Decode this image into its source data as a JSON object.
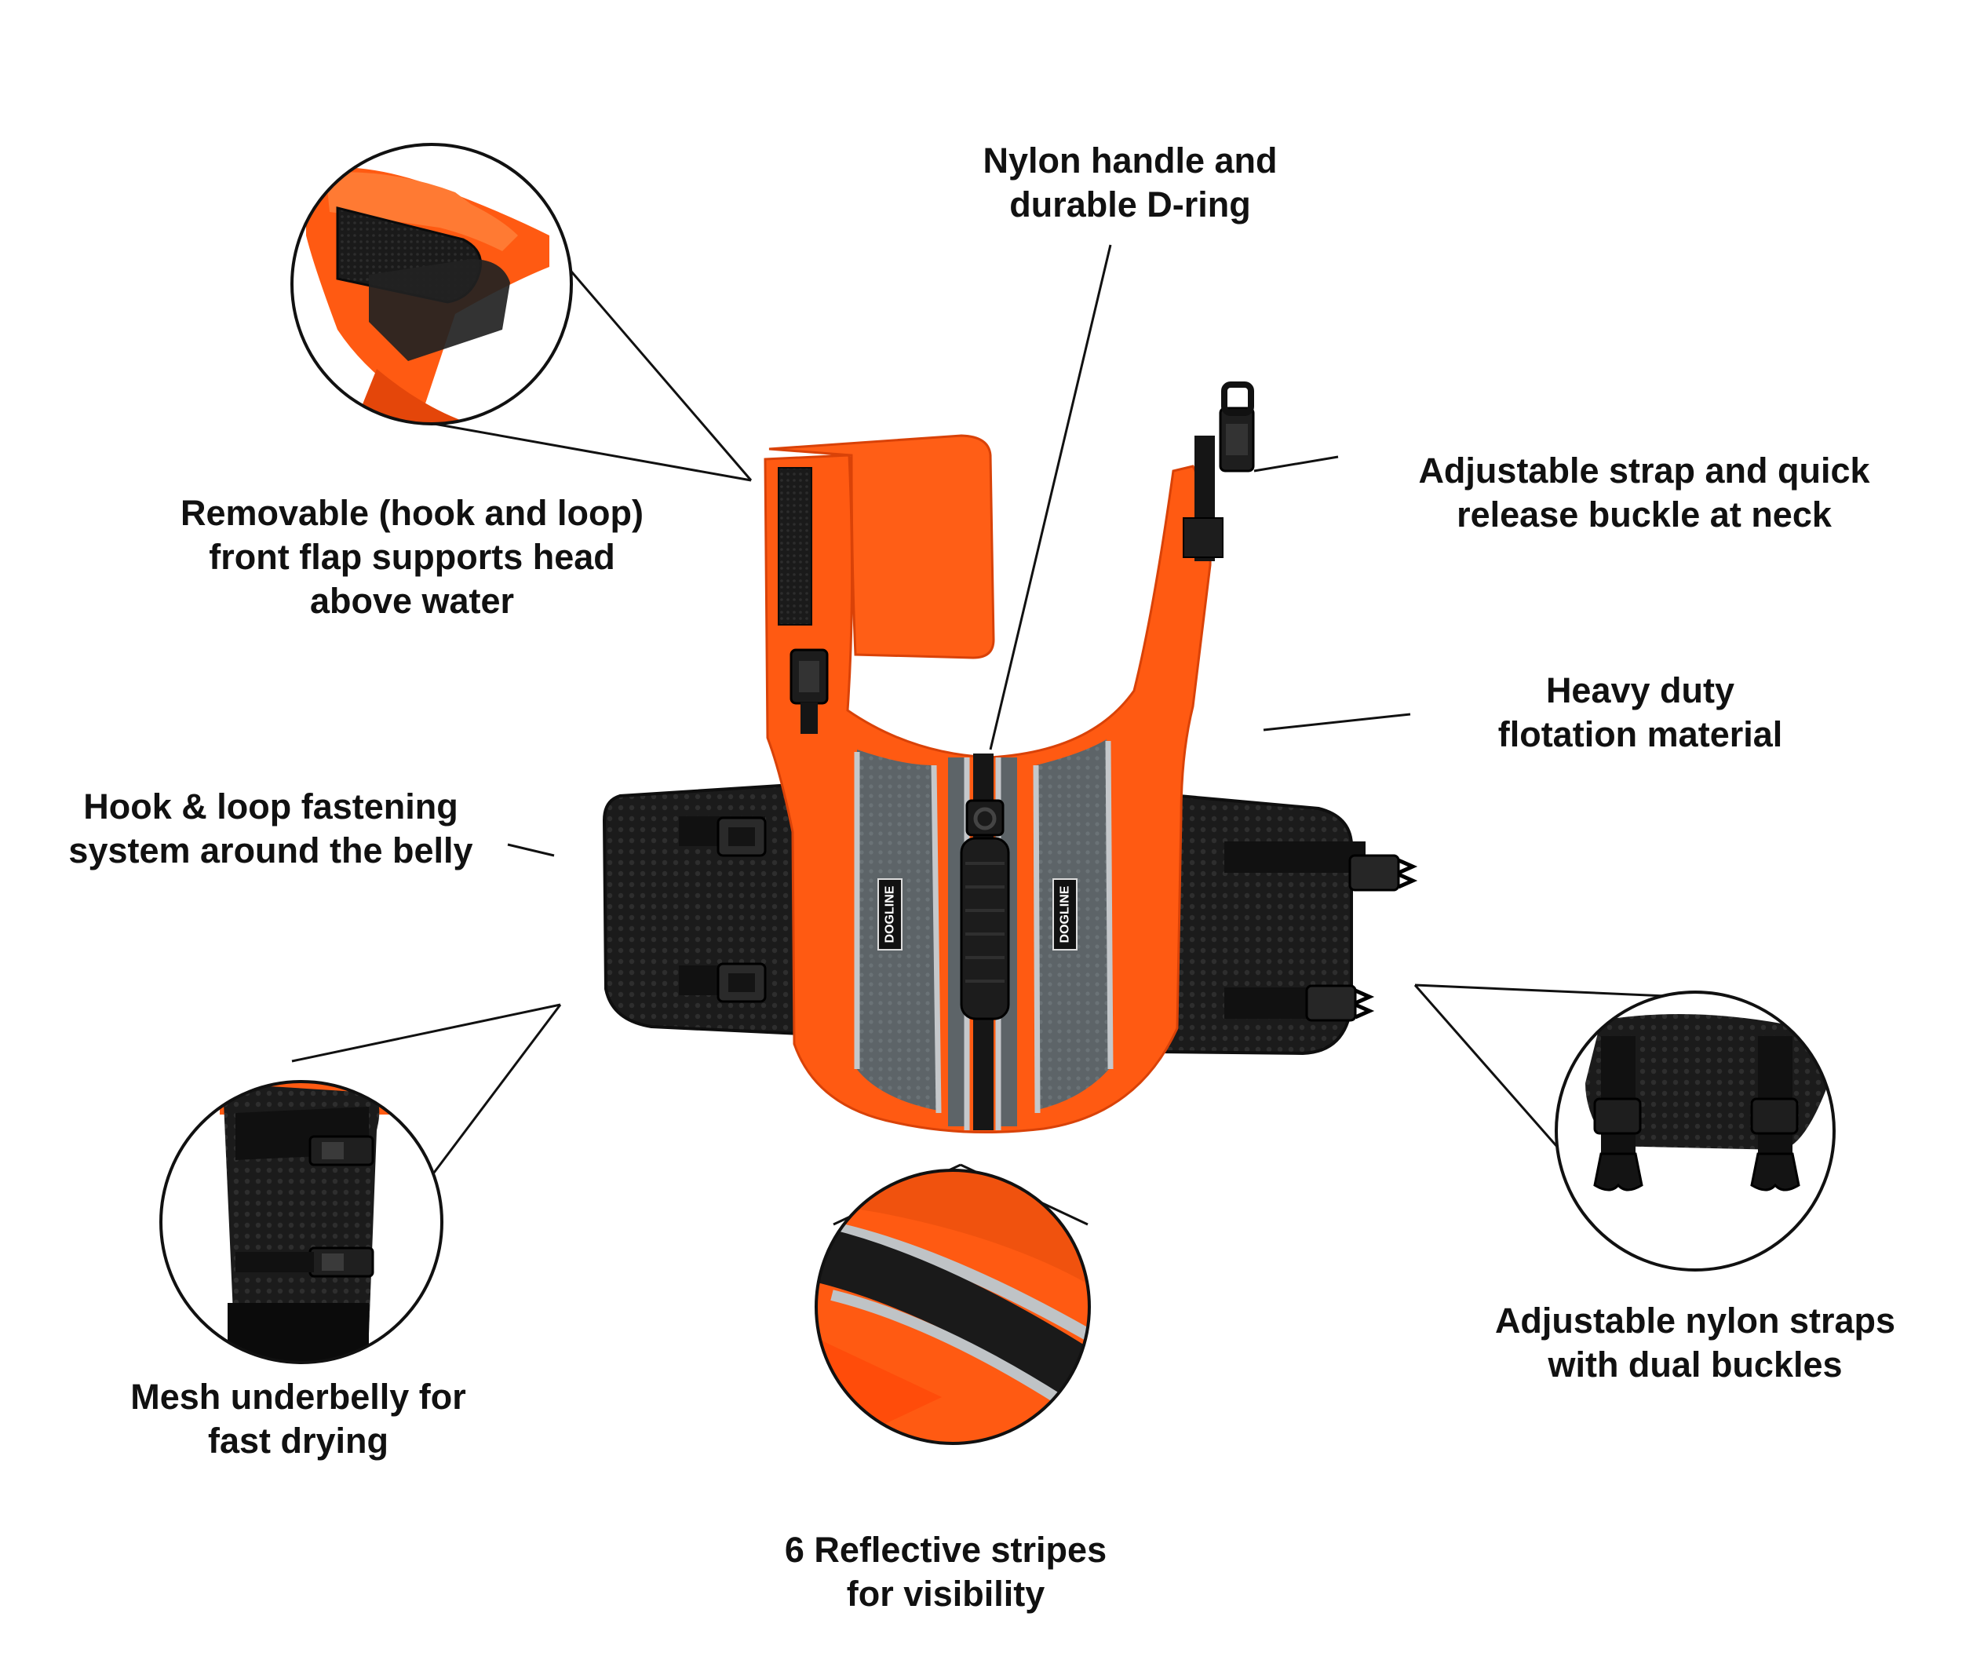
{
  "product": {
    "brand_tag": "DOGLINE",
    "colors": {
      "orange": "#ff5a12",
      "orange_dark": "#e2470a",
      "grey_panel": "#5d6468",
      "reflective": "#b9bcbf",
      "black": "#151515",
      "line": "#111111"
    }
  },
  "callouts": {
    "flap": {
      "lines": [
        "Removable (hook and loop)",
        "front flap supports head",
        "above water"
      ]
    },
    "handle": {
      "lines": [
        "Nylon handle and",
        "durable D-ring"
      ]
    },
    "neck_strap": {
      "lines": [
        "Adjustable strap and quick",
        "release buckle at neck"
      ]
    },
    "flotation": {
      "lines": [
        "Heavy duty",
        "flotation material"
      ]
    },
    "belly": {
      "lines": [
        "Hook & loop fastening",
        "system around the belly"
      ]
    },
    "mesh": {
      "lines": [
        "Mesh underbelly for",
        "fast drying"
      ]
    },
    "reflective": {
      "lines": [
        "6 Reflective stripes",
        "for visibility"
      ]
    },
    "straps": {
      "lines": [
        "Adjustable nylon straps",
        "with dual buckles"
      ]
    }
  },
  "detail_icons": [
    "velcro-flap-detail-icon",
    "mesh-underbelly-detail-icon",
    "reflective-stripe-detail-icon",
    "dual-buckle-detail-icon"
  ]
}
